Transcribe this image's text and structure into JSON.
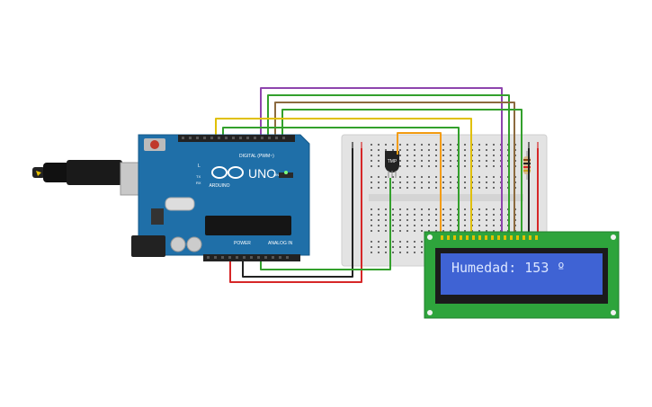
{
  "arduino": {
    "brand": "ARDUINO",
    "model": "UNO",
    "digital_label": "DIGITAL (PWM~)",
    "power_label": "POWER",
    "analog_label": "ANALOG IN",
    "tx_label": "TX",
    "rx_label": "RX",
    "led_label": "L",
    "on_label": "ON"
  },
  "sensor": {
    "label": "TMP"
  },
  "lcd": {
    "display_text": "Humedad: 153 º",
    "backlight_color": "#3f63d4",
    "pcb_color": "#2ea43c"
  },
  "colors": {
    "board": "#1f6fa8",
    "breadboard": "#e3e3e3",
    "wire_purple": "#8e44ad",
    "wire_green": "#33a02c",
    "wire_brown": "#8c6a3f",
    "wire_yellow": "#e0c000",
    "wire_orange": "#f39c12",
    "wire_red": "#d62728",
    "wire_black": "#222222"
  }
}
